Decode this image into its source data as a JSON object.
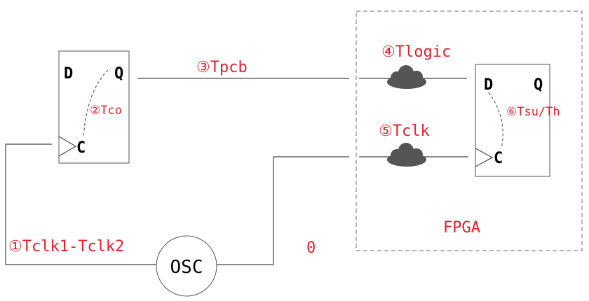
{
  "source_ff": {
    "d_pin": "D",
    "q_pin": "Q",
    "c_pin": "C"
  },
  "dest_ff": {
    "d_pin": "D",
    "q_pin": "Q",
    "c_pin": "C"
  },
  "labels": {
    "tclk_skew": "①Tclk1-Tclk2",
    "tco": "②Tco",
    "tpcb": "③Tpcb",
    "tlogic": "④Tlogic",
    "tclk": "⑤Tclk",
    "tsu_th": "⑥Tsu/Th",
    "zero": "0",
    "fpga": "FPGA",
    "osc": "OSC"
  },
  "colors": {
    "annotation": "#e8202a",
    "wire": "#444444",
    "cloud": "#555555",
    "fpga_border": "#888888"
  }
}
